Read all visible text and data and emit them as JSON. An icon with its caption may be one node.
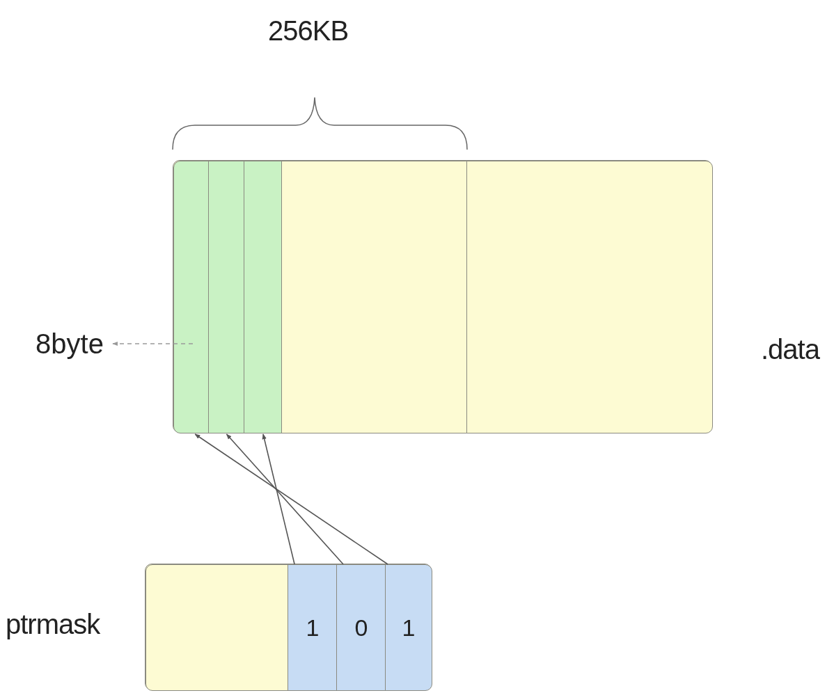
{
  "diagram": {
    "nodes": [
      {
        "text": [],
        "shape": "box",
        "beside": [
          ".data"
        ]
      },
      {
        "text": [],
        "shape": "box",
        "in": 0
      },
      {
        "text": [],
        "shape": "box",
        "in": 0
      },
      {
        "text": [],
        "shape": "box",
        "in": 0
      },
      {
        "text": [],
        "shape": "box",
        "in": 0
      },
      {
        "text": [],
        "shape": "box",
        "in": 0
      },
      {
        "text": [
          "8byte"
        ]
      },
      {
        "text": [],
        "shape": "box",
        "beside": [
          "ptrmask"
        ]
      },
      {
        "text": [],
        "shape": "box",
        "in": 7
      },
      {
        "text": [
          "1"
        ],
        "in": 7
      },
      {
        "text": [
          "0"
        ],
        "in": 7
      },
      {
        "text": [
          "1"
        ],
        "in": 7
      }
    ],
    "edges": [
      {
        "from": 11,
        "to": 1,
        "arrow": "to"
      },
      {
        "from": 10,
        "to": 2,
        "arrow": "to"
      },
      {
        "from": 9,
        "to": 3,
        "arrow": "to"
      },
      {
        "from": 1,
        "to": 6,
        "arrow": "to",
        "style": "dashed",
        "color": "#9a9a9a"
      }
    ],
    "labels": [
      "256KB"
    ]
  }
}
